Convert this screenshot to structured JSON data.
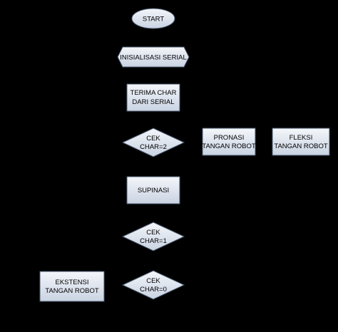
{
  "diagram": {
    "nodes": {
      "start": {
        "lines": [
          "START"
        ]
      },
      "init_serial": {
        "lines": [
          "INISIALISASI SERIAL"
        ]
      },
      "receive_char": {
        "lines": [
          "TERIMA CHAR",
          "DARI SERIAL"
        ]
      },
      "check_char_2": {
        "lines": [
          "CEK",
          "CHAR=2"
        ]
      },
      "pronation": {
        "lines": [
          "PRONASI",
          "TANGAN ROBOT"
        ]
      },
      "flexion": {
        "lines": [
          "FLEKSI",
          "TANGAN ROBOT"
        ]
      },
      "supination": {
        "lines": [
          "SUPINASI"
        ]
      },
      "check_char_1": {
        "lines": [
          "CEK",
          "CHAR=1"
        ]
      },
      "check_char_0": {
        "lines": [
          "CEK",
          "CHAR=0"
        ]
      },
      "extension": {
        "lines": [
          "EKSTENSI",
          "TANGAN ROBOT"
        ]
      }
    },
    "colors": {
      "background": "#000000",
      "fill_top": "#f4f6fa",
      "fill_bottom": "#c9d3e2",
      "stroke": "#4a5a6e",
      "text": "#000000"
    }
  }
}
